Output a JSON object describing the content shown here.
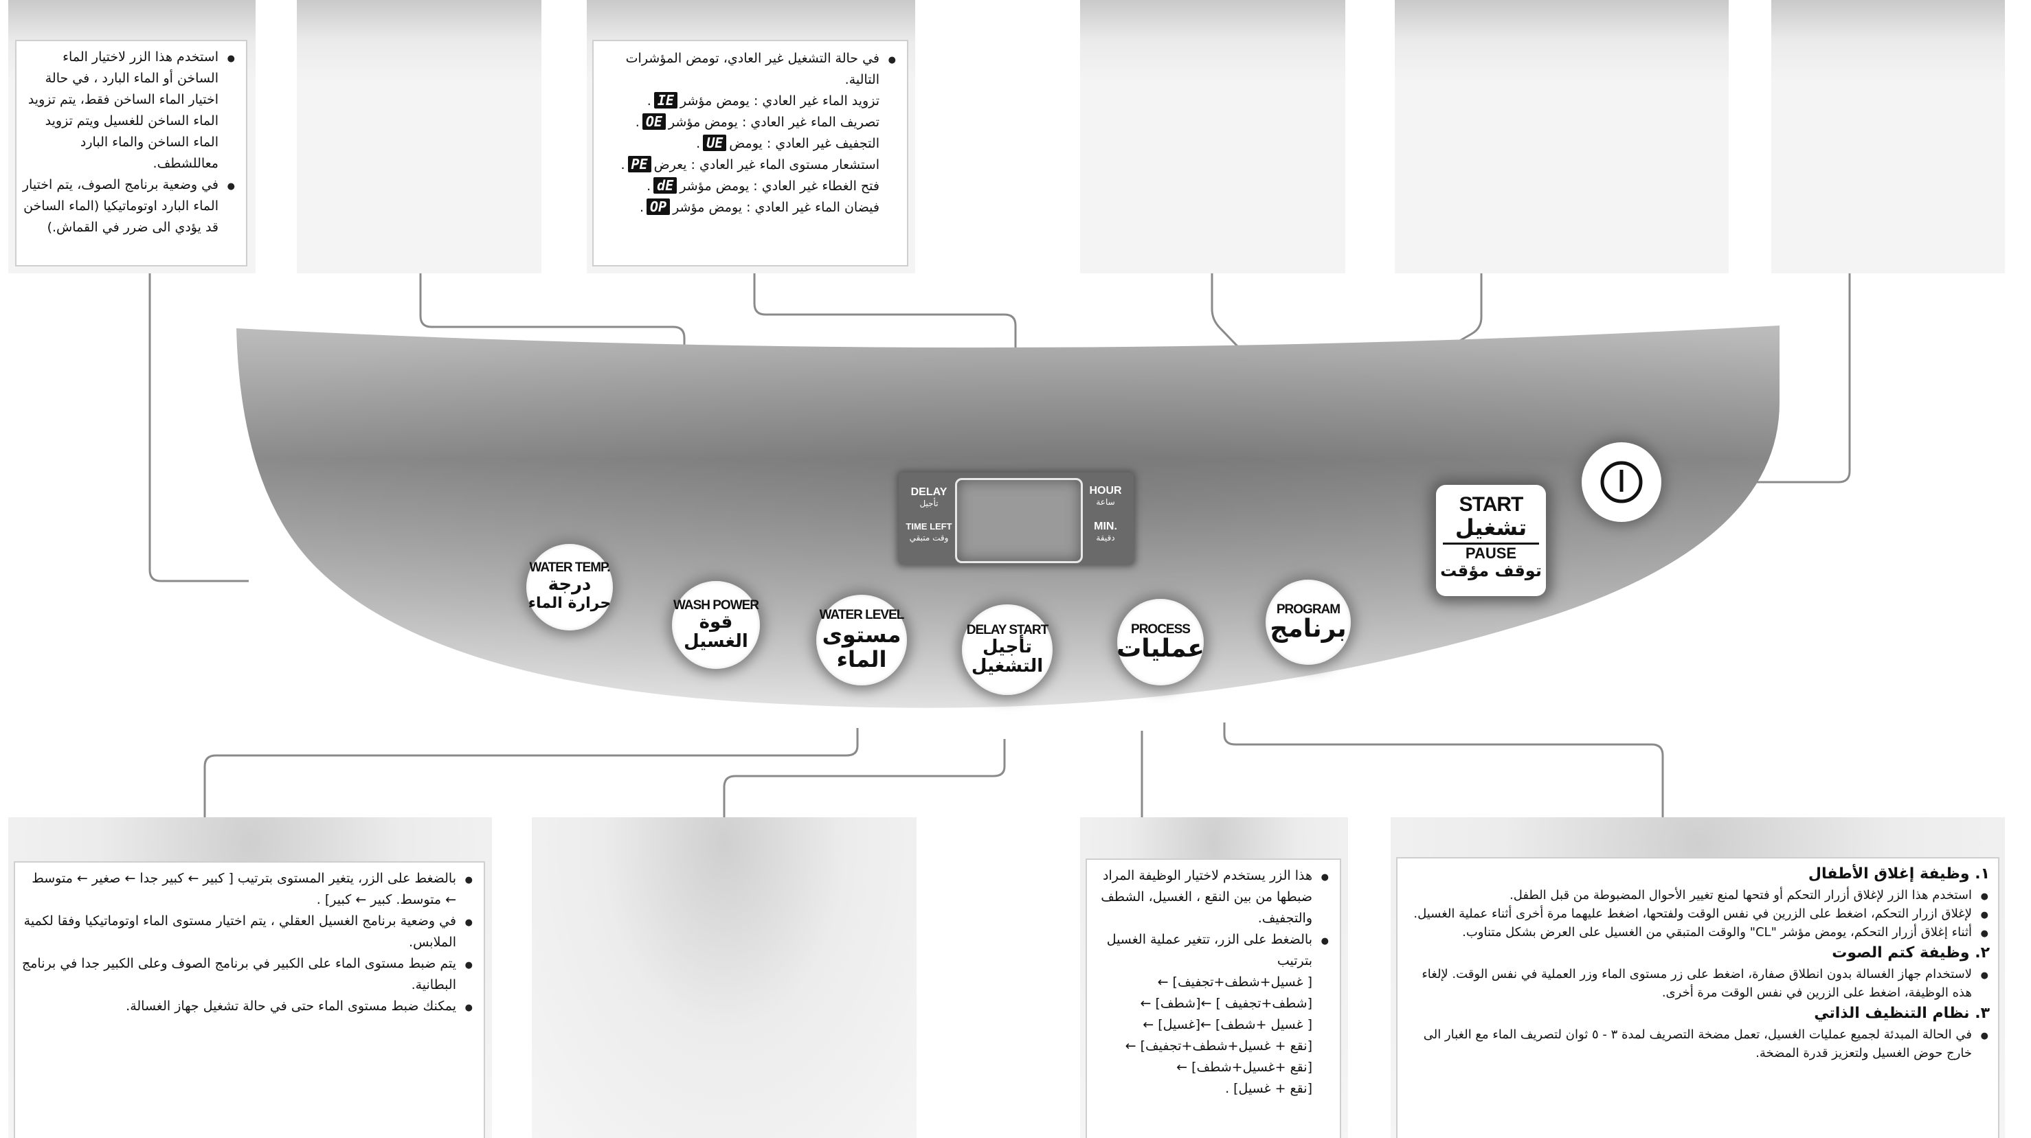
{
  "top_left": {
    "items": [
      "استخدم هذا الزر لاختيار الماء الساخن أو الماء البارد ، في حالة اختيار الماء الساخن فقط، يتم تزويد الماء الساخن للغسيل ويتم تزويد الماء الساخن والماء البارد معاللشطف.",
      "في وضعية برنامج الصوف، يتم اختيار الماء البارد اوتوماتيكيا (الماء الساخن قد يؤدي الى ضرر في القماش.)"
    ]
  },
  "top_error": {
    "intro": "في حالة التشغيل غير العادي، تومض المؤشرات التالية.",
    "rows": [
      {
        "text": "تزويد الماء غير العادي : يومض مؤشر",
        "code": "IE"
      },
      {
        "text": "تصريف الماء غير العادي : يومض مؤشر",
        "code": "OE"
      },
      {
        "text": "التجفيف غير العادي : يومض",
        "code": "UE"
      },
      {
        "text": "استشعار مستوى الماء غير العادي : يعرض",
        "code": "PE"
      },
      {
        "text": "فتح الغطاء غير العادي : يومض مؤشر",
        "code": "dE"
      },
      {
        "text": "فيضان الماء غير العادي : يومض مؤشر",
        "code": "OP"
      }
    ]
  },
  "panel": {
    "display": {
      "delay_en": "DELAY",
      "delay_ar": "تأجيل",
      "timeleft_en": "TIME LEFT",
      "timeleft_ar": "وقت متبقي",
      "hour_en": "HOUR",
      "hour_ar": "ساعة",
      "min_en": "MIN.",
      "min_ar": "دقيقة"
    },
    "buttons": {
      "water_temp": {
        "en": "WATER TEMP.",
        "ar1": "درجة",
        "ar2": "حرارة الماء"
      },
      "wash_power": {
        "en": "WASH POWER",
        "ar1": "قوة",
        "ar2": "الغسيل"
      },
      "water_level": {
        "en": "WATER LEVEL",
        "ar1": "مستوى",
        "ar2": "الماء"
      },
      "delay_start": {
        "en": "DELAY START",
        "ar1": "تأجيل",
        "ar2": "التشغيل"
      },
      "process": {
        "en": "PROCESS",
        "ar1": "عمليات"
      },
      "program": {
        "en": "PROGRAM",
        "ar1": "برنامج"
      },
      "start": {
        "en": "START",
        "ar": "تشغيل",
        "en2": "PAUSE",
        "ar2": "توقف مؤقت"
      },
      "power_icon": "power-icon"
    }
  },
  "bottom_left": {
    "items": [
      "بالضغط على الزر، يتغير المستوى بترتيب [ كبير ← كبير جدا ← صغير ← متوسط ← متوسط. كبير ← كبير] .",
      "في وضعية برنامج الغسيل العقلي ، يتم اختيار مستوى الماء اوتوماتيكيا وفقا لكمية الملابس.",
      "يتم ضبط مستوى الماء على الكبير في برنامج الصوف وعلى الكبير جدا في برنامج البطانية.",
      "يمكنك ضبط مستوى الماء حتى في حالة تشغيل جهاز الغسالة."
    ]
  },
  "bottom_process": {
    "items": [
      "هذا الزر يستخدم لاختيار الوظيفة المراد ضبطها من بين النقع ، الغسيل، الشطف والتجفيف.",
      "بالضغط على الزر، تتغير عملية الغسيل بترتيب"
    ],
    "sequence": [
      "[ غسيل+شطف+تجفيف] ←",
      "[شطف+تجفيف ] ←[شطف] ←",
      "[ غسيل +شطف] ←[غسيل] ←",
      "[نقع + غسيل+شطف+تجفيف] ←",
      "[نقع +غسيل+شطف] ←",
      "[نقع + غسيل] ."
    ]
  },
  "bottom_right": {
    "sections": [
      {
        "title": "١. وظيفة إغلاق الأطفال",
        "items": [
          "استخدم هذا الزر لإغلاق أزرار التحكم أو فتحها لمنع تغيير الأحوال المضبوطة من قبل الطفل.",
          "لإغلاق ازرار التحكم، اضغط على الزرين في نفس الوقت ولفتحها، اضغط عليهما مرة أخرى أثناء عملية الغسيل.",
          "أثناء إغلاق أزرار التحكم، يومض مؤشر \"CL\" والوقت المتبقي من الغسيل على العرض بشكل متناوب."
        ]
      },
      {
        "title": "٢. وظيفة كتم الصوت",
        "items": [
          "لاستخدام جهاز الغسالة بدون انطلاق صفارة، اضغط على زر مستوى الماء وزر العملية في نفس الوقت. لإلغاء هذه الوظيفة، اضغط على الزرين في نفس الوقت مرة أخرى."
        ]
      },
      {
        "title": "٣. نظام التنظيف الذاتي",
        "items": [
          "في الحالة المبدئة لجميع عمليات الغسيل، تعمل مضخة التصريف لمدة ٣ - ٥ ثوان لتصريف الماء مع الغبار الى خارج حوض الغسيل ولتعزيز قدرة المضخة."
        ]
      }
    ]
  }
}
